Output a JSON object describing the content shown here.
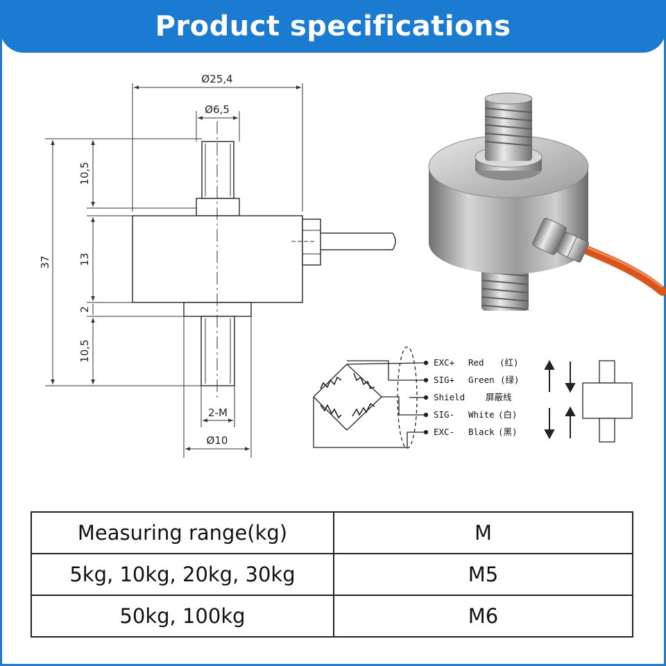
{
  "header": {
    "title": "Product specifications"
  },
  "colors": {
    "banner": "#1a7bd0",
    "cable": "#d9551e",
    "steel": "#a9a9a9"
  },
  "drawing": {
    "dims": {
      "body_diameter": "Ø25,4",
      "stud_diameter": "Ø6,5",
      "top_stud_length": "10,5",
      "total_height": "37",
      "body_height": "13",
      "collar_height": "2",
      "bottom_stud_length": "10,5",
      "thread": "2-M",
      "collar_diameter": "Ø10"
    },
    "wiring": [
      {
        "signal": "EXC+",
        "color": "Red",
        "cn": "(红)"
      },
      {
        "signal": "SIG+",
        "color": "Green",
        "cn": "(绿)"
      },
      {
        "signal": "Shield",
        "color": "",
        "cn": "屏蔽线"
      },
      {
        "signal": "SIG-",
        "color": "White",
        "cn": "(白)"
      },
      {
        "signal": "EXC-",
        "color": "Black",
        "cn": "(黑)"
      }
    ]
  },
  "table": {
    "headers": [
      "Measuring range(kg)",
      "M"
    ],
    "rows": [
      [
        "5kg, 10kg, 20kg, 30kg",
        "M5"
      ],
      [
        "50kg, 100kg",
        "M6"
      ]
    ]
  }
}
